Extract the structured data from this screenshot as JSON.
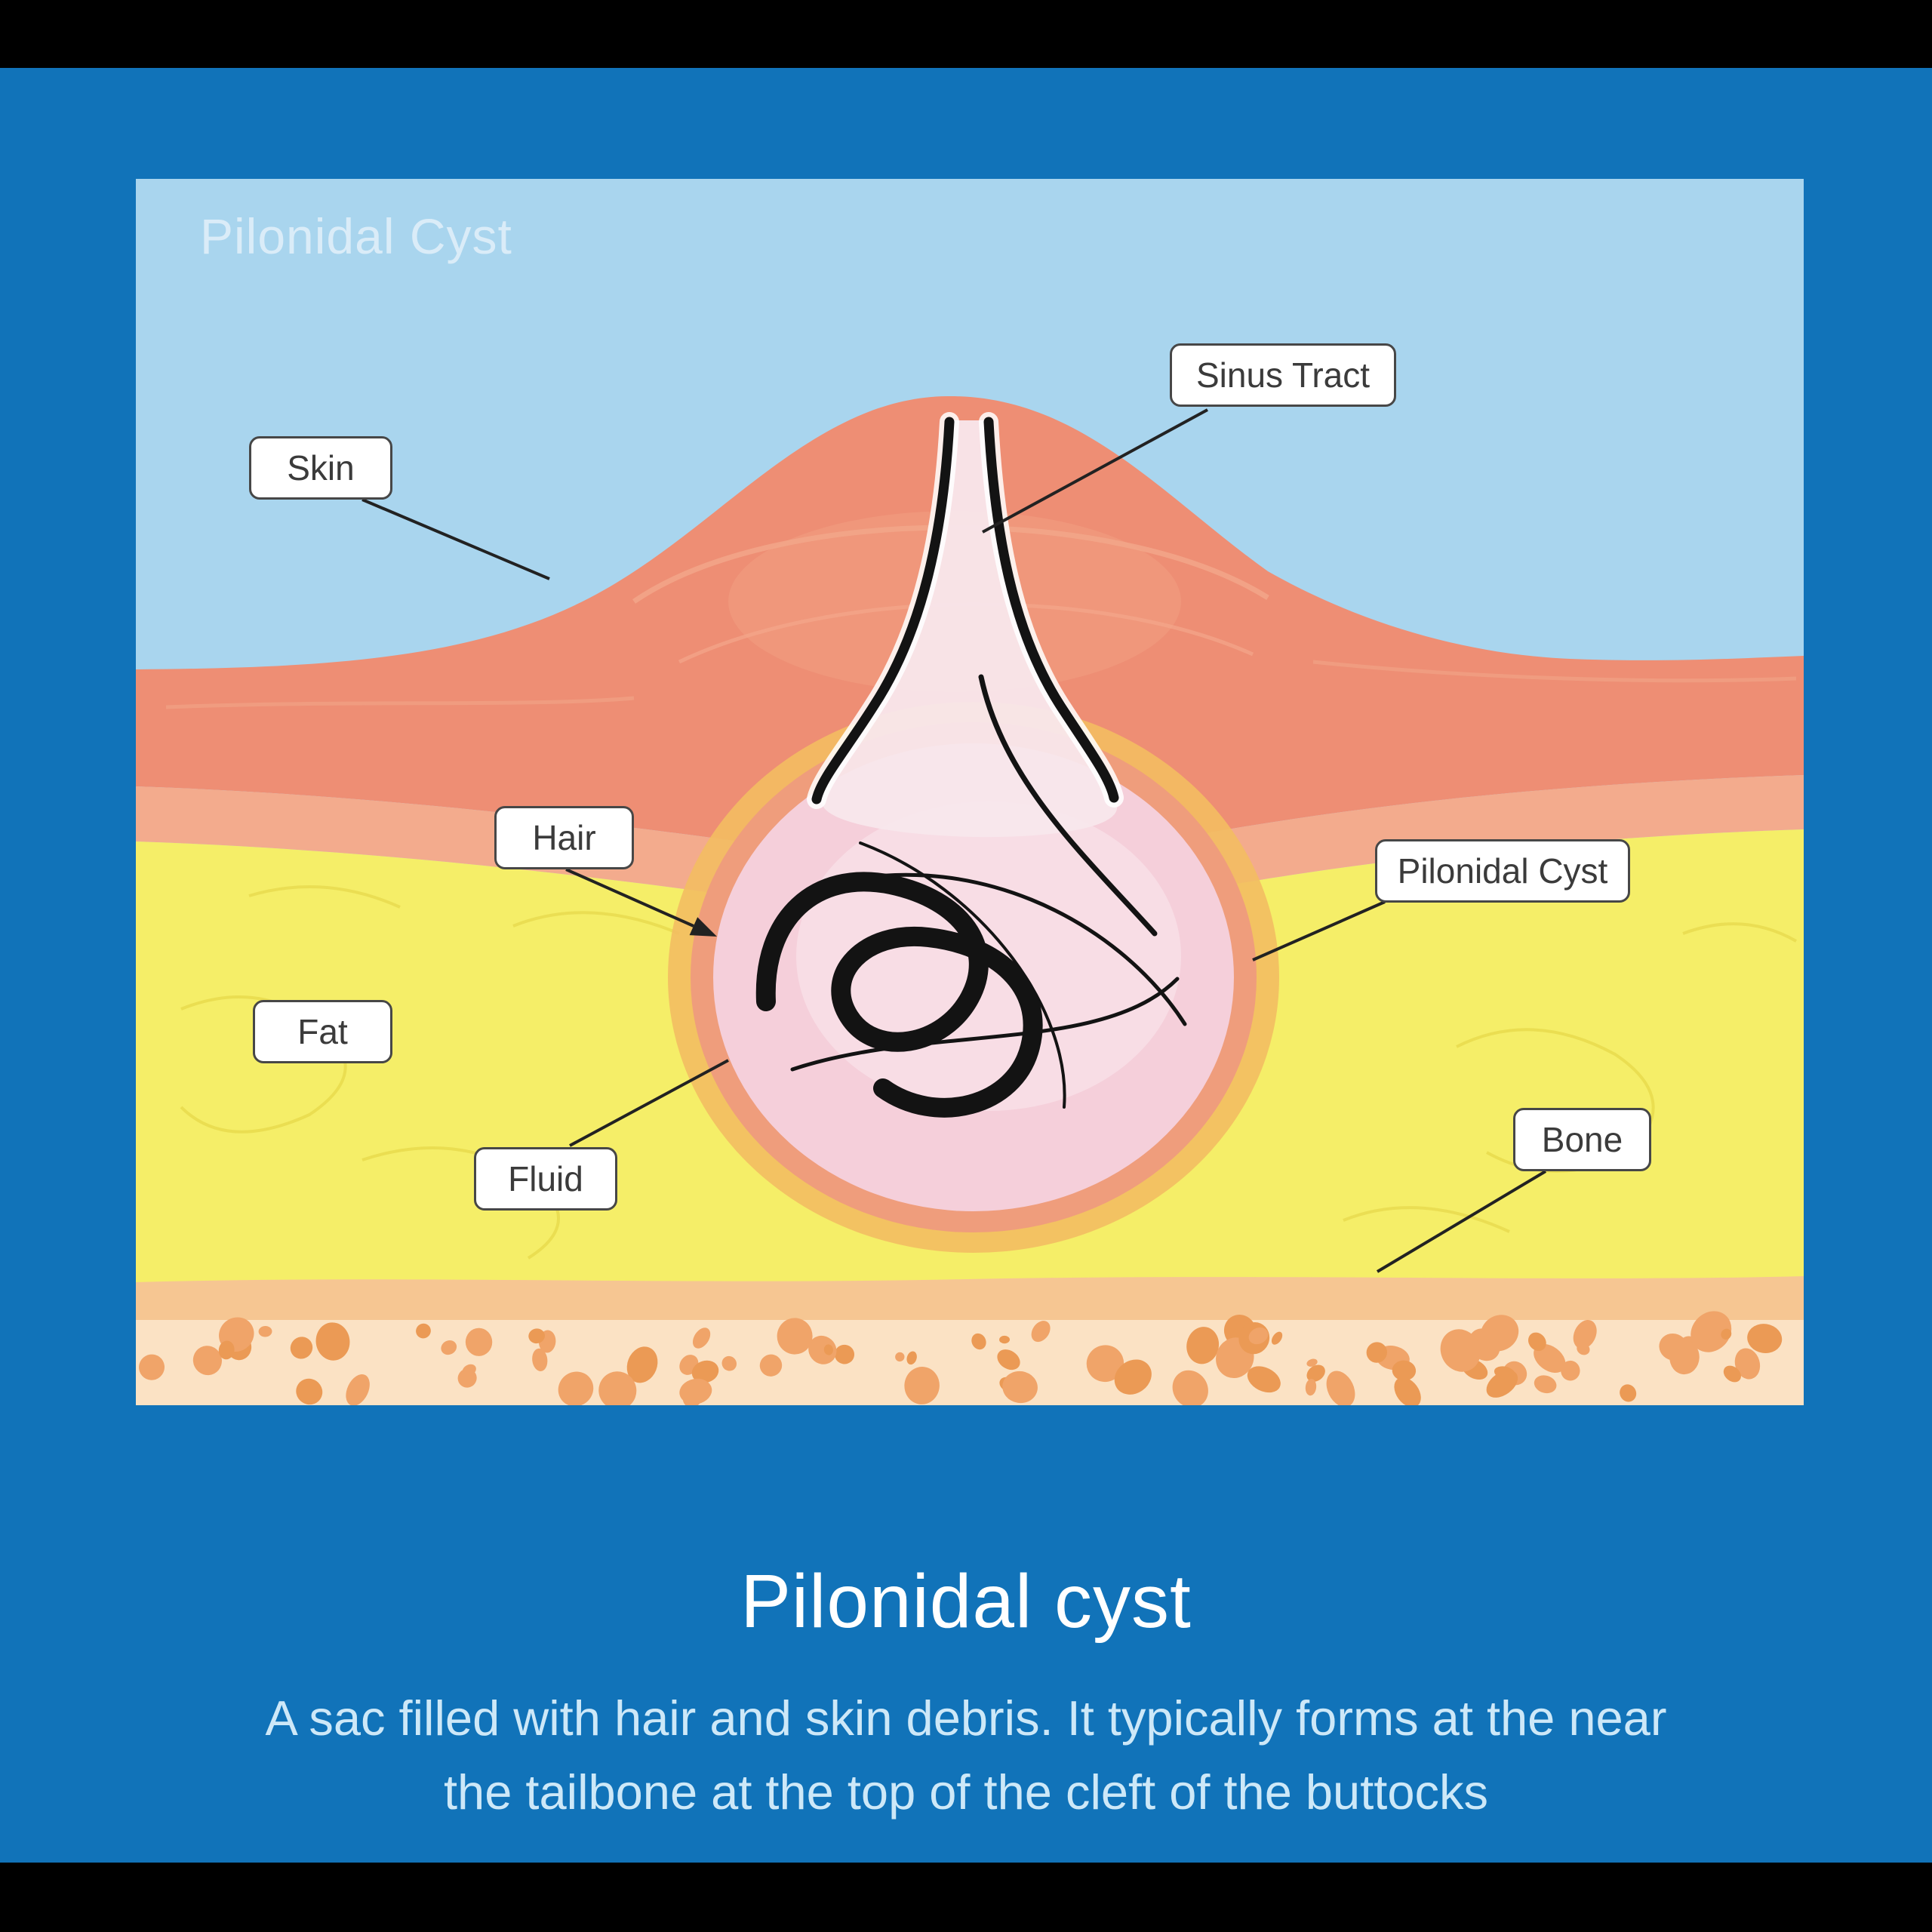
{
  "diagram": {
    "panel_title": "Pilonidal Cyst",
    "labels": {
      "sinus_tract": "Sinus Tract",
      "skin": "Skin",
      "hair": "Hair",
      "pilonidal_cyst": "Pilonidal Cyst",
      "fat": "Fat",
      "fluid": "Fluid",
      "bone": "Bone"
    }
  },
  "caption": {
    "title": "Pilonidal cyst",
    "description_line1": "A sac filled with hair and skin debris. It typically forms at the near",
    "description_line2": "the tailbone at the top of the cleft of the buttocks"
  },
  "colors": {
    "background_blue": "#1173b9",
    "letterbox_black": "#000000",
    "sky_blue": "#a9d5ee",
    "skin_salmon": "#ee8e74",
    "skin_light": "#f3ab8d",
    "fat_yellow": "#f5ee68",
    "bone_band_tan": "#f6c692",
    "bone_light": "#fbe2c4",
    "bone_speckle": "#f0a469",
    "cyst_pink": "#f5cfda",
    "cyst_ring_salmon": "#ef9d7c",
    "cyst_halo_yellow": "#f3bd62",
    "label_background": "#ffffff",
    "label_text": "#3b3b3b",
    "caption_text": "#cde8f8"
  }
}
